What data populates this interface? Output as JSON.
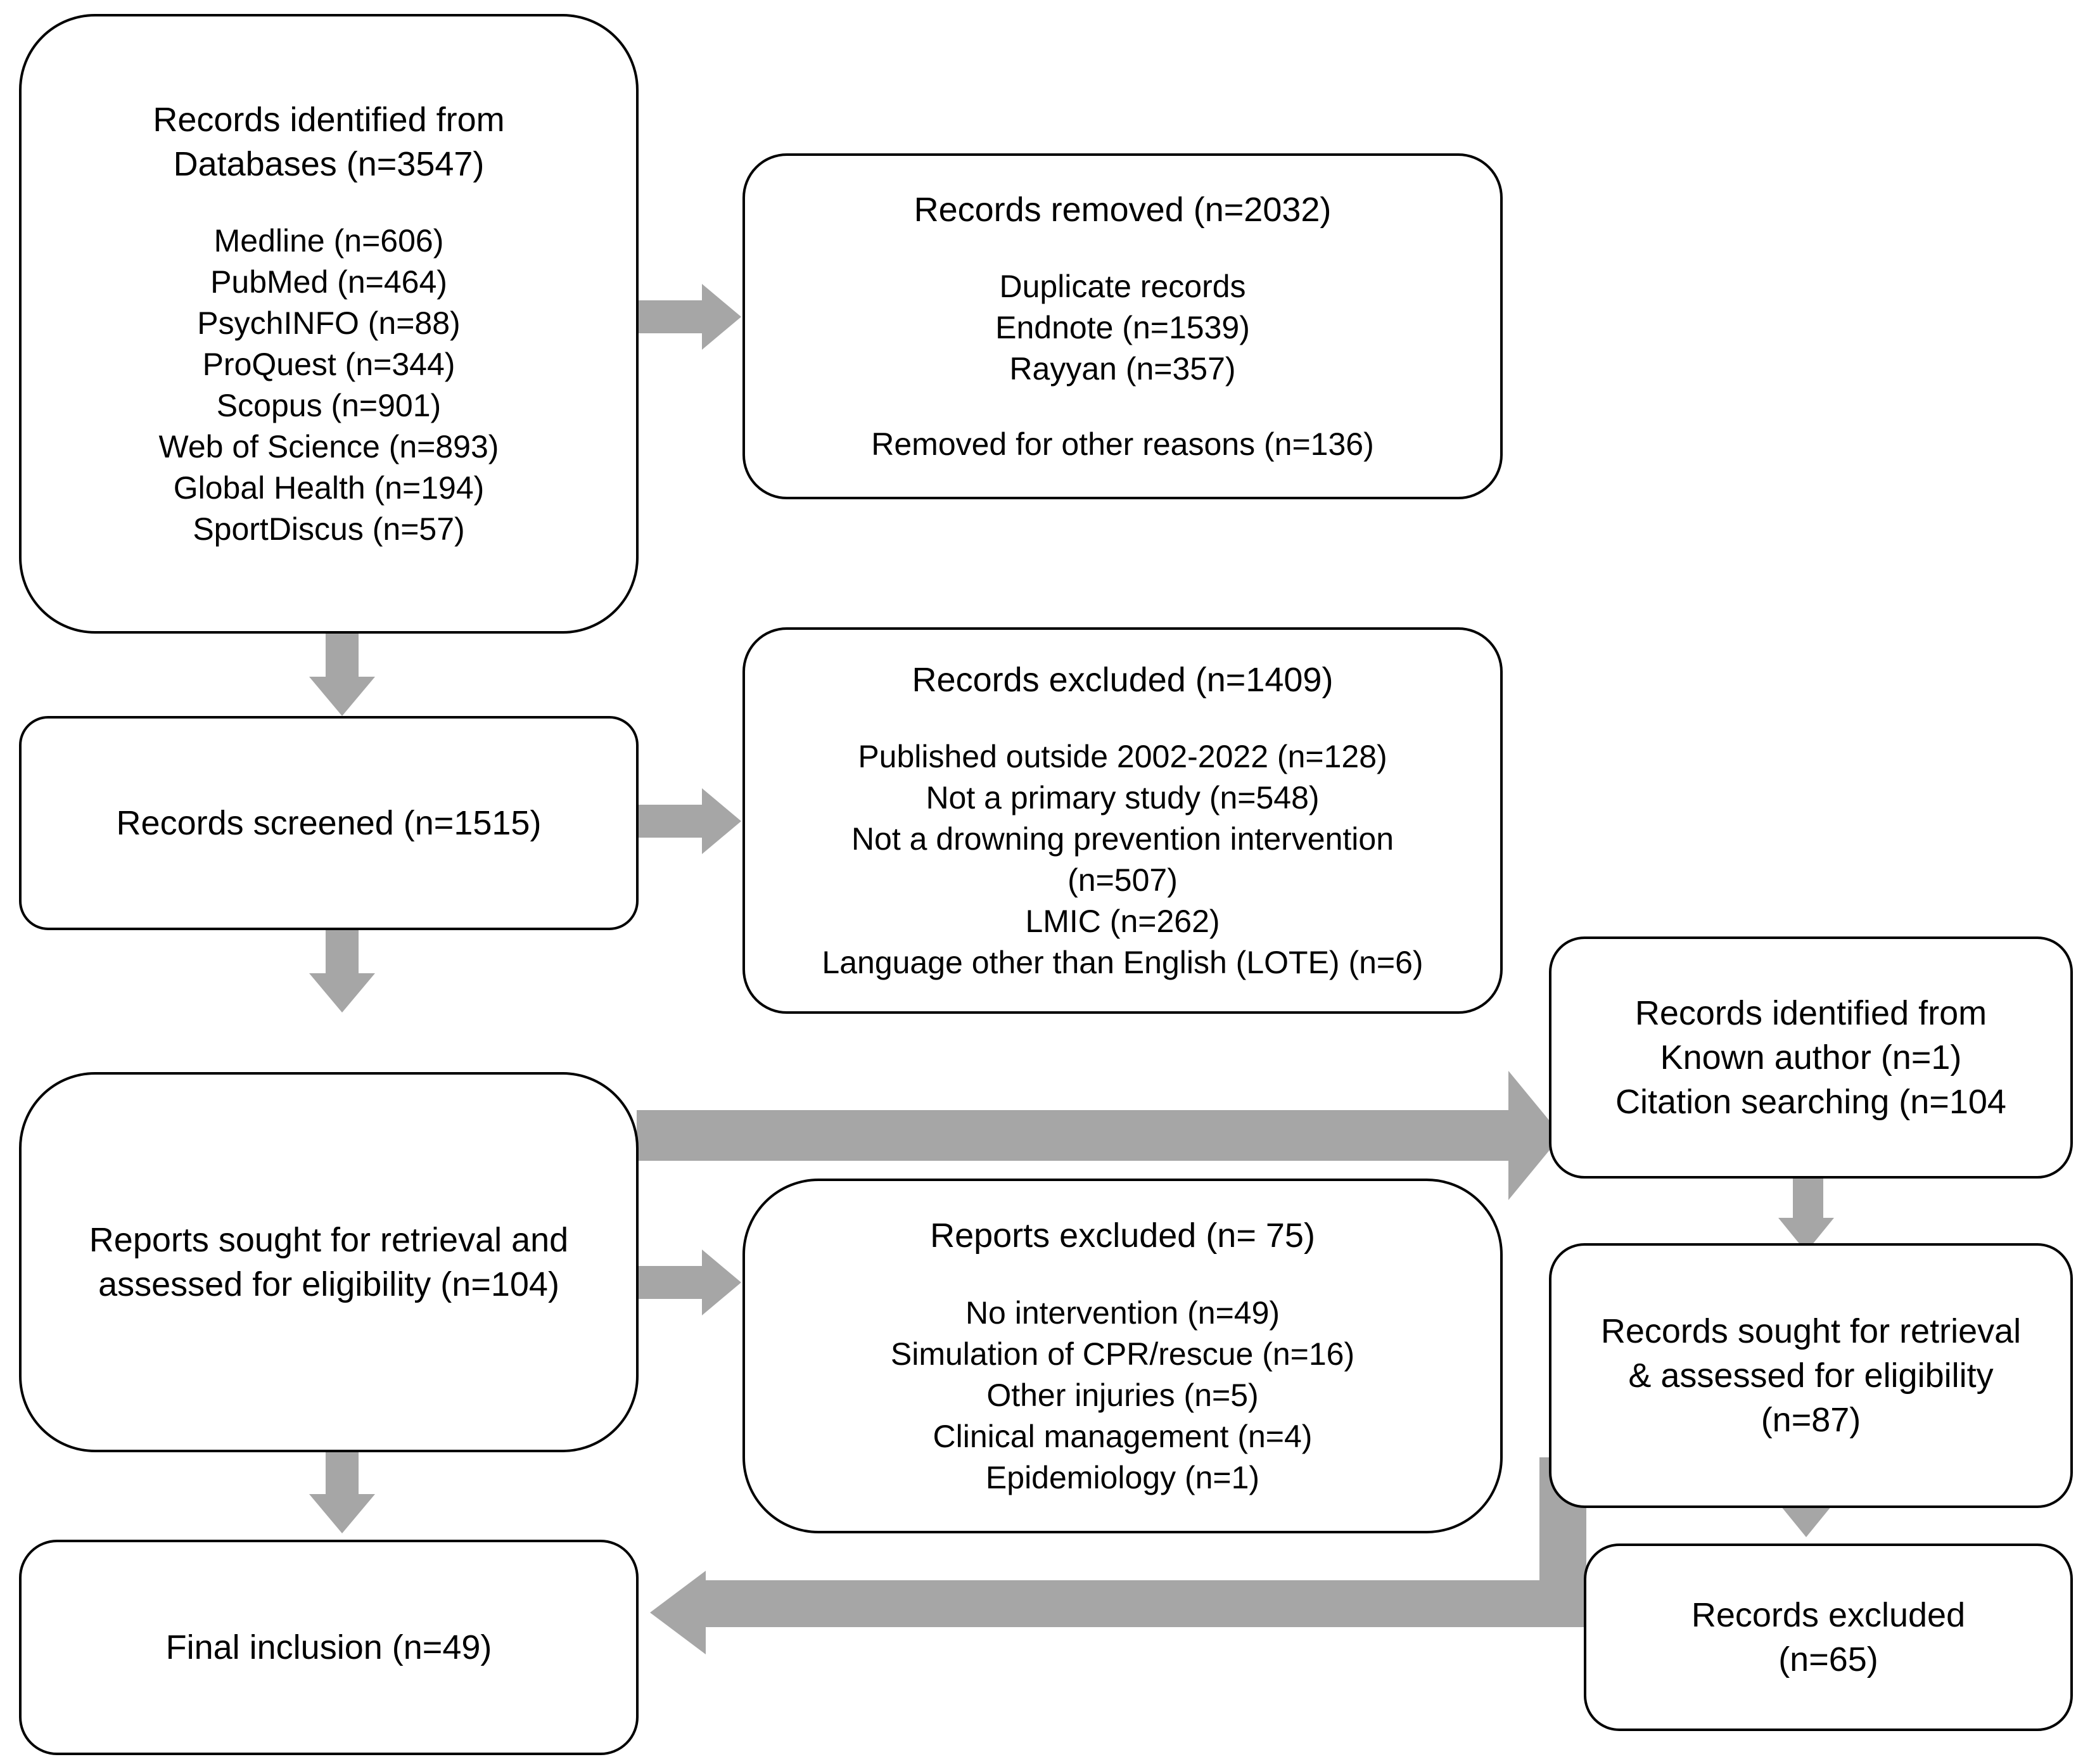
{
  "diagram": {
    "type": "prisma-flow-diagram",
    "colors": {
      "box_border": "#000000",
      "box_fill": "#ffffff",
      "arrow": "#a6a6a6",
      "text": "#000000"
    }
  },
  "nodes": {
    "identified_databases": {
      "title_line1": "Records identified from",
      "title_line2": "Databases (n=3547)",
      "sources": [
        "Medline (n=606)",
        "PubMed (n=464)",
        "PsychINFO (n=88)",
        "ProQuest (n=344)",
        "Scopus (n=901)",
        "Web of Science (n=893)",
        "Global Health (n=194)",
        "SportDiscus (n=57)"
      ]
    },
    "records_removed": {
      "title": "Records removed (n=2032)",
      "lines": [
        "Duplicate records",
        "Endnote (n=1539)",
        "Rayyan (n=357)"
      ],
      "other": "Removed for other reasons (n=136)"
    },
    "records_screened": {
      "title": "Records screened (n=1515)"
    },
    "records_excluded_screen": {
      "title": "Records excluded (n=1409)",
      "lines": [
        "Published outside  2002-2022 (n=128)",
        "Not a primary study (n=548)",
        "Not a drowning prevention intervention",
        "(n=507)",
        "LMIC (n=262)",
        "Language other than English (LOTE) (n=6)"
      ]
    },
    "reports_sought": {
      "line1": "Reports sought for retrieval and",
      "line2": "assessed for eligibility (n=104)"
    },
    "reports_excluded": {
      "title": "Reports excluded (n= 75)",
      "lines": [
        "No intervention (n=49)",
        "Simulation of CPR/rescue (n=16)",
        "Other injuries (n=5)",
        "Clinical management (n=4)",
        "Epidemiology (n=1)"
      ]
    },
    "identified_other": {
      "line1": "Records identified from",
      "line2": "Known author (n=1)",
      "line3": "Citation searching (n=104"
    },
    "records_sought_other": {
      "line1": "Records sought for retrieval",
      "line2": "& assessed for eligibility",
      "line3": "(n=87)"
    },
    "records_excluded_other": {
      "line1": "Records excluded",
      "line2": "(n=65)"
    },
    "final_inclusion": {
      "title": "Final inclusion (n=49)"
    }
  }
}
